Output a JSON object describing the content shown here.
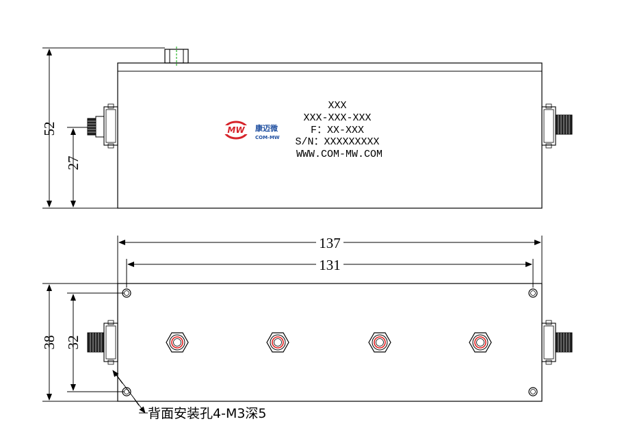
{
  "top_view": {
    "dimensions": {
      "height_total": "52",
      "connector_height": "27"
    },
    "label": {
      "line1": "XXX",
      "line2": "XXX-XXX-XXX",
      "line3": "F：XX-XXX",
      "line4": "S/N：XXXXXXXXX",
      "line5": "WWW.COM-MW.COM"
    },
    "logo": {
      "mark": "MW",
      "name_cn": "康迈微",
      "name_en": "COM-MW",
      "color_red": "#d6232a",
      "color_blue": "#1f4fa0"
    }
  },
  "bottom_view": {
    "dimensions": {
      "length_total": "137",
      "hole_spacing_length": "131",
      "width_total": "38",
      "hole_spacing_width": "32"
    },
    "note": "背面安装孔4-M3深5",
    "tuning_screw_count": "4"
  },
  "colors": {
    "line": "#000000",
    "accent_red": "#e02020",
    "accent_green": "#2bb52b"
  }
}
